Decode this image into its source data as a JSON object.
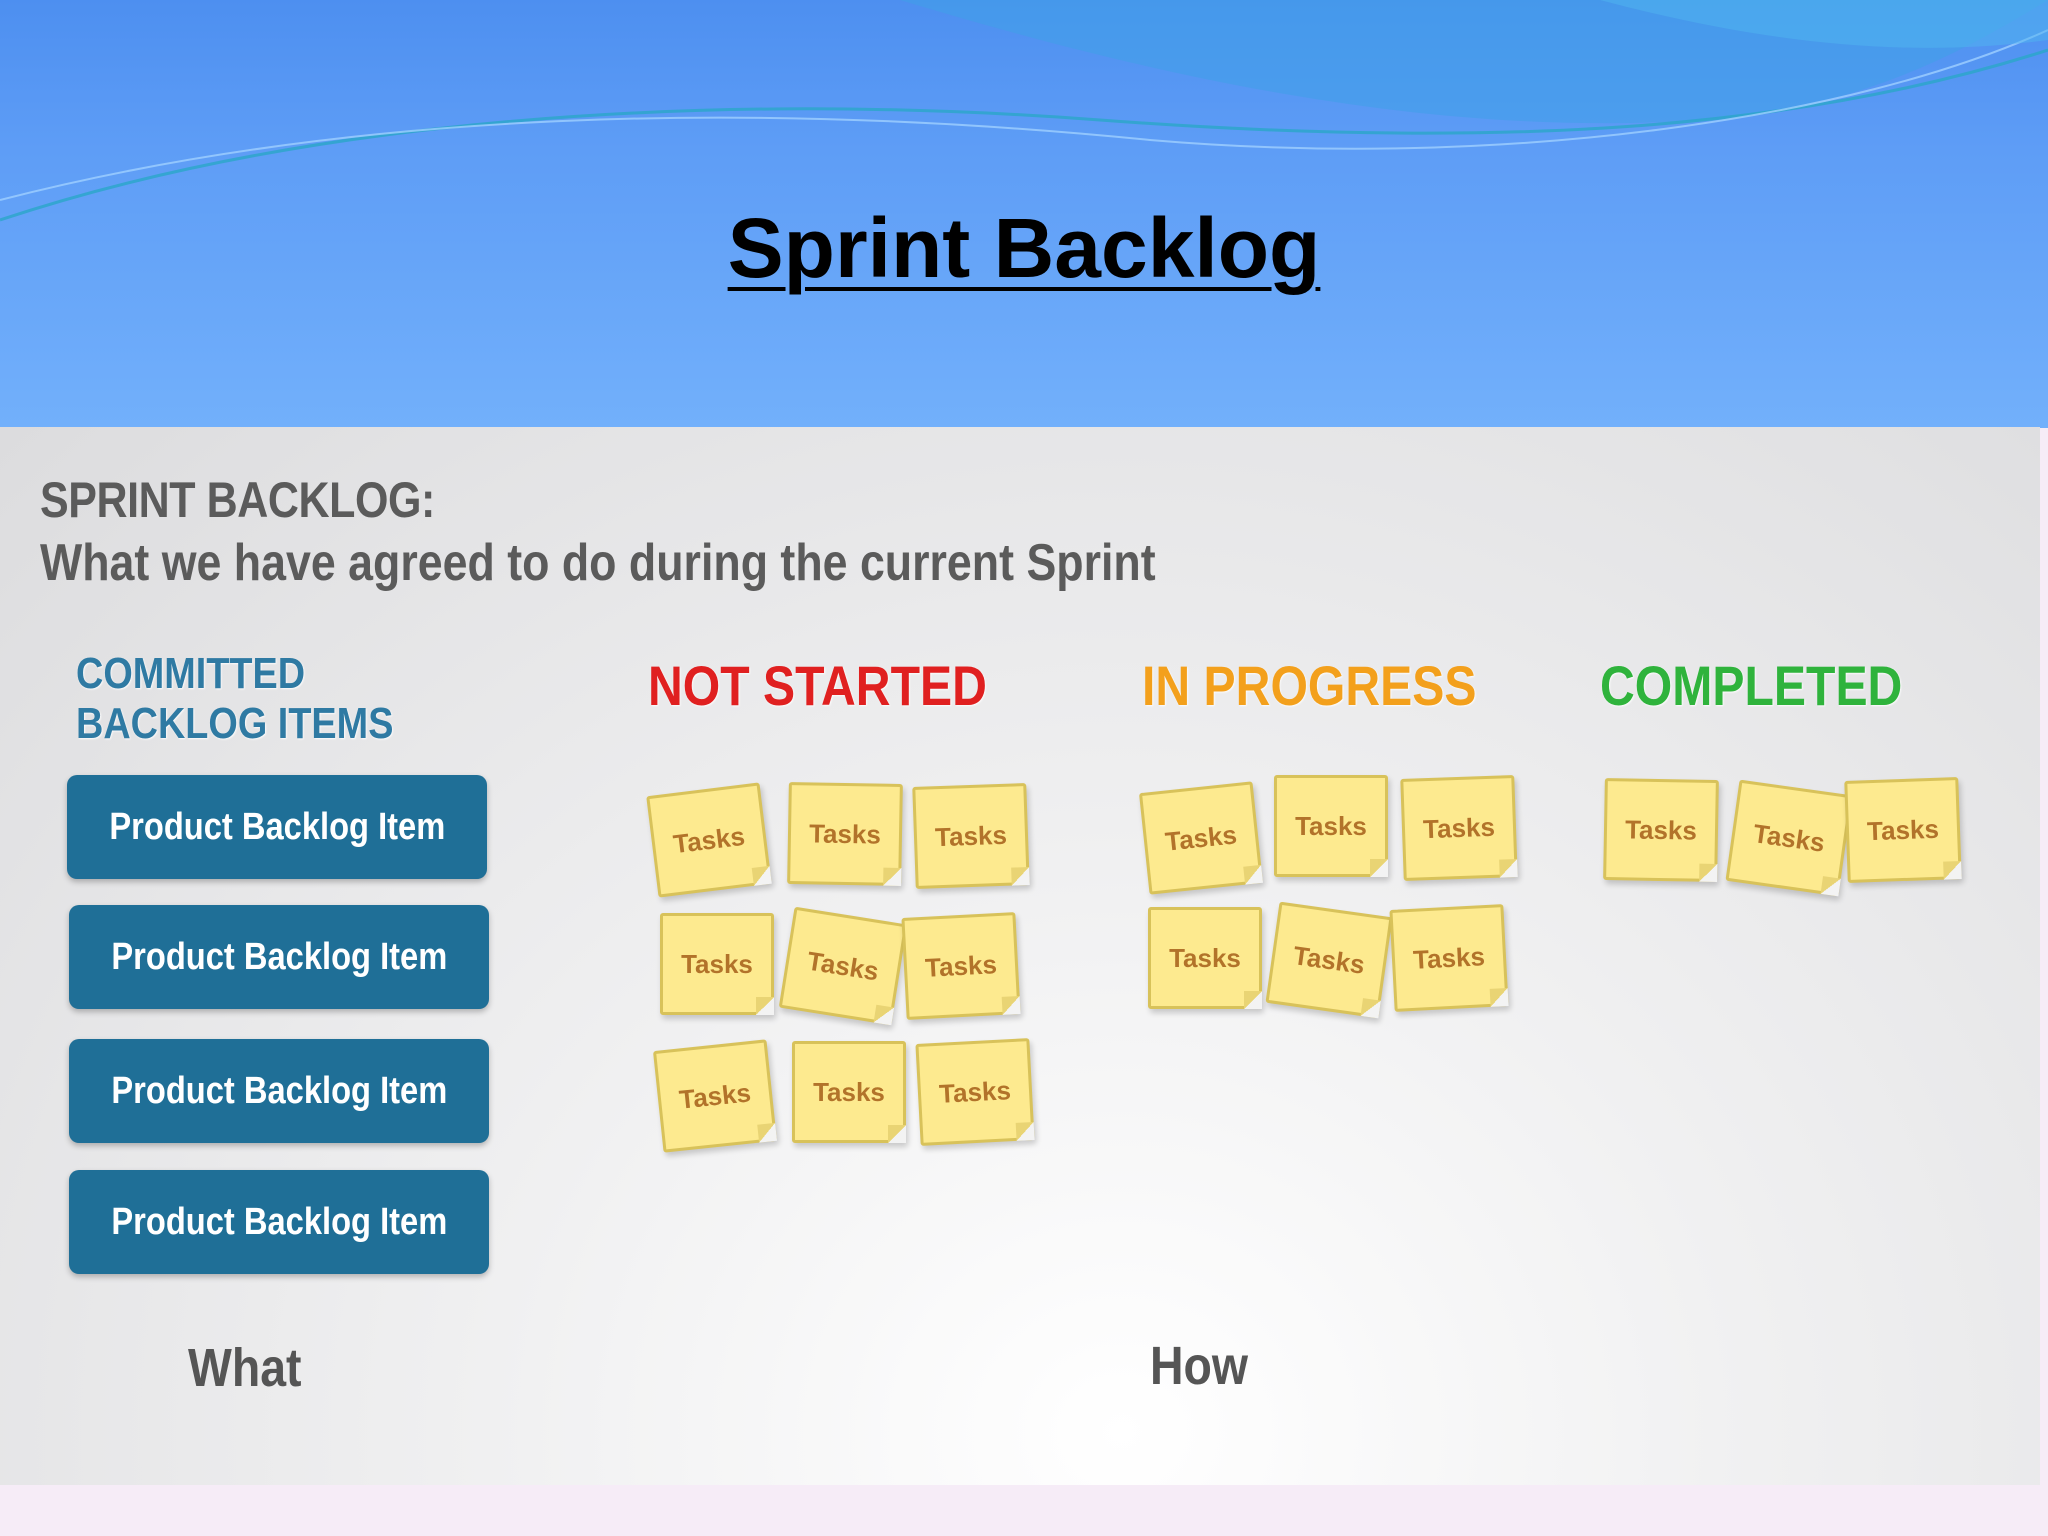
{
  "slide": {
    "title": " Sprint Backlog"
  },
  "board": {
    "title": "SPRINT BACKLOG:",
    "subtitle": "What we have agreed to do during the current Sprint",
    "columns": {
      "committed": "COMMITTED BACKLOG ITEMS",
      "not_started": "NOT STARTED",
      "in_progress": "IN PROGRESS",
      "completed": "COMPLETED"
    },
    "colors": {
      "committed": "#2f7aa3",
      "not_started": "#e02020",
      "in_progress": "#f3a01c",
      "completed": "#2fb33c",
      "backlog_item": "#1f6f97",
      "sticky_note": "#fdea8f"
    },
    "backlog_items": [
      "Product Backlog Item",
      "Product Backlog Item",
      "Product Backlog Item",
      "Product Backlog Item"
    ],
    "task_label": "Tasks",
    "not_started_tasks": [
      "Tasks",
      "Tasks",
      "Tasks",
      "Tasks",
      "Tasks",
      "Tasks",
      "Tasks",
      "Tasks",
      "Tasks"
    ],
    "in_progress_tasks": [
      "Tasks",
      "Tasks",
      "Tasks",
      "Tasks",
      "Tasks",
      "Tasks"
    ],
    "completed_tasks": [
      "Tasks",
      "Tasks",
      "Tasks"
    ],
    "caption_what": "What",
    "caption_how": "How"
  }
}
